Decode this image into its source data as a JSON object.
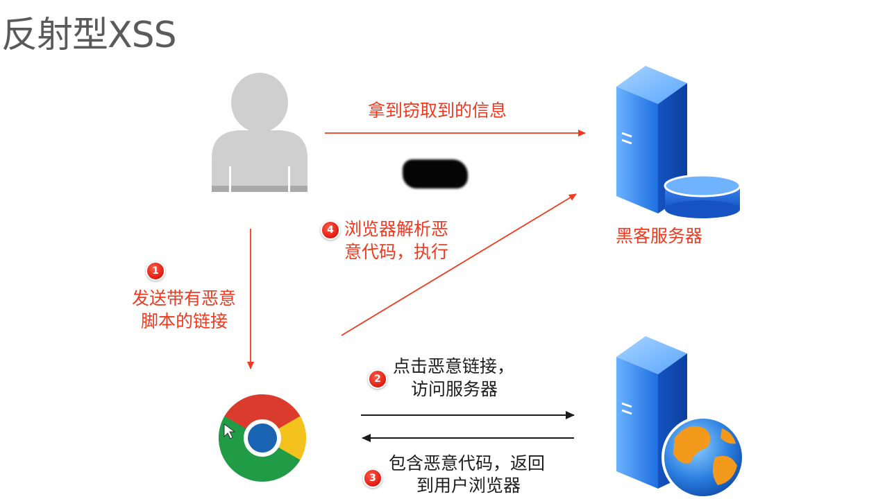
{
  "title": "反射型XSS",
  "colors": {
    "accent_red": "#f0391f",
    "arrow_dark": "#1a1a1a",
    "user_gray": "#cfcfcf",
    "server_blue": "#2f7de8"
  },
  "icons": {
    "hacker": "user-silhouette-icon",
    "hacker_server": "server-database-icon",
    "browser": "chrome-browser-icon",
    "web_server": "server-globe-icon"
  },
  "labels": {
    "steal_info": "拿到窃取到的信息",
    "hacker_server": "黑客服务器",
    "step1": {
      "num": "1",
      "line1": "发送带有恶意",
      "line2": "脚本的链接"
    },
    "step2": {
      "num": "2",
      "line1": "点击恶意链接，",
      "line2": "访问服务器"
    },
    "step3": {
      "num": "3",
      "line1": "包含恶意代码，返回",
      "line2": "到用户浏览器"
    },
    "step4": {
      "num": "4",
      "line1": "浏览器解析恶",
      "line2": "意代码，执行"
    }
  }
}
